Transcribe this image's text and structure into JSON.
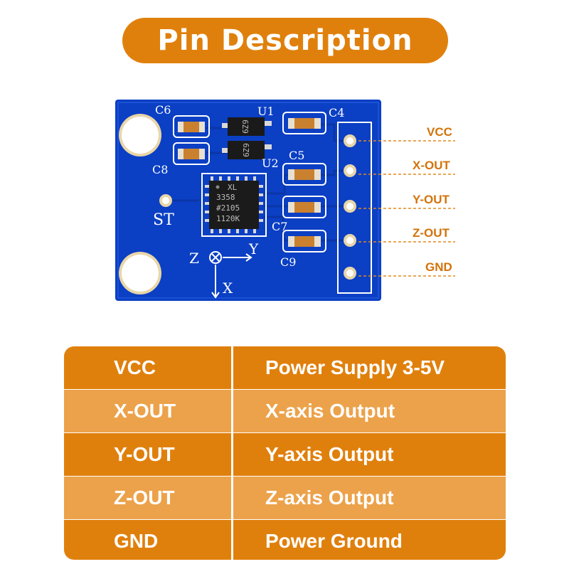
{
  "header": {
    "title": "Pin Description"
  },
  "board": {
    "silkscreen": {
      "c6": "C6",
      "c8": "C8",
      "u1": "U1",
      "c4": "C4",
      "u2": "U2",
      "c5": "C5",
      "c7": "C7",
      "c9": "C9",
      "st": "ST",
      "z": "Z",
      "y": "Y",
      "x": "X"
    },
    "chip_markings": [
      "XL",
      "3358",
      "#2105",
      "1120K"
    ],
    "u1_marking": "6Z9",
    "u2_marking": "6Z9"
  },
  "pin_labels": [
    "VCC",
    "X-OUT",
    "Y-OUT",
    "Z-OUT",
    "GND"
  ],
  "table": {
    "rows": [
      {
        "pin": "VCC",
        "description": "Power Supply 3-5V"
      },
      {
        "pin": "X-OUT",
        "description": "X-axis Output"
      },
      {
        "pin": "Y-OUT",
        "description": "Y-axis Output"
      },
      {
        "pin": "Z-OUT",
        "description": "Z-axis Output"
      },
      {
        "pin": "GND",
        "description": "Power Ground"
      }
    ]
  },
  "colors": {
    "accent": "#e0800c",
    "accent_light": "#eca24a",
    "pcb": "#0b3fc4",
    "label": "#d2730a"
  }
}
